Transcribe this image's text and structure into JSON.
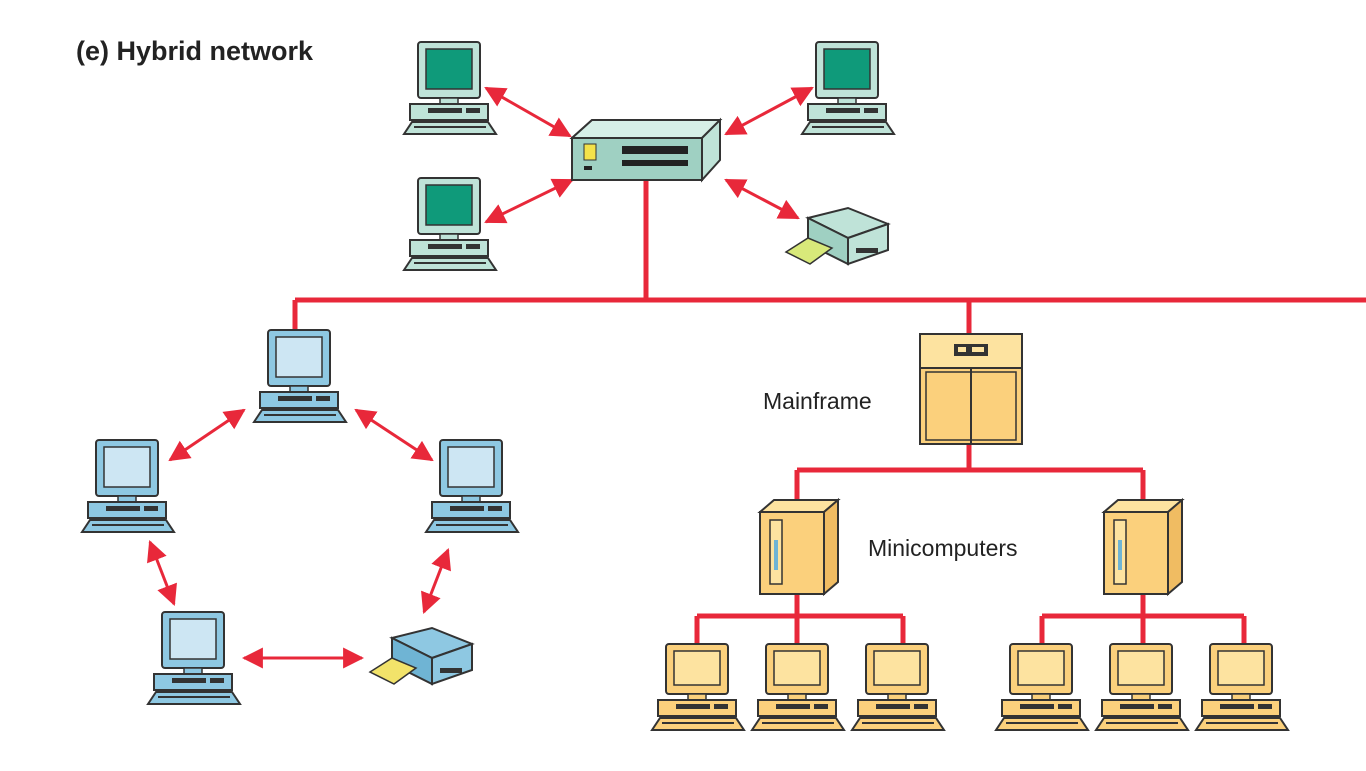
{
  "diagram": {
    "title": "(e) Hybrid network",
    "labels": {
      "mainframe": "Mainframe",
      "minicomputers": "Minicomputers"
    },
    "colors": {
      "link": "#e8283a",
      "star_screen": "#0f9a7a",
      "star_body": "#bfe3d8",
      "ring_screen": "#cde6f3",
      "ring_body": "#8ec8e2",
      "tree_screen": "#fde3a0",
      "tree_body": "#fbd07c",
      "outline": "#333333"
    },
    "segments": [
      {
        "name": "star-segment",
        "nodes": [
          "star-pc-1",
          "star-pc-2",
          "star-pc-3",
          "star-printer"
        ],
        "center": "star-hub"
      },
      {
        "name": "ring-segment",
        "nodes": [
          "ring-pc-top",
          "ring-pc-right",
          "ring-printer",
          "ring-pc-bottom",
          "ring-pc-left"
        ]
      },
      {
        "name": "tree-segment",
        "root": "mainframe",
        "branches": [
          "minicomputer-left",
          "minicomputer-right"
        ]
      }
    ]
  }
}
